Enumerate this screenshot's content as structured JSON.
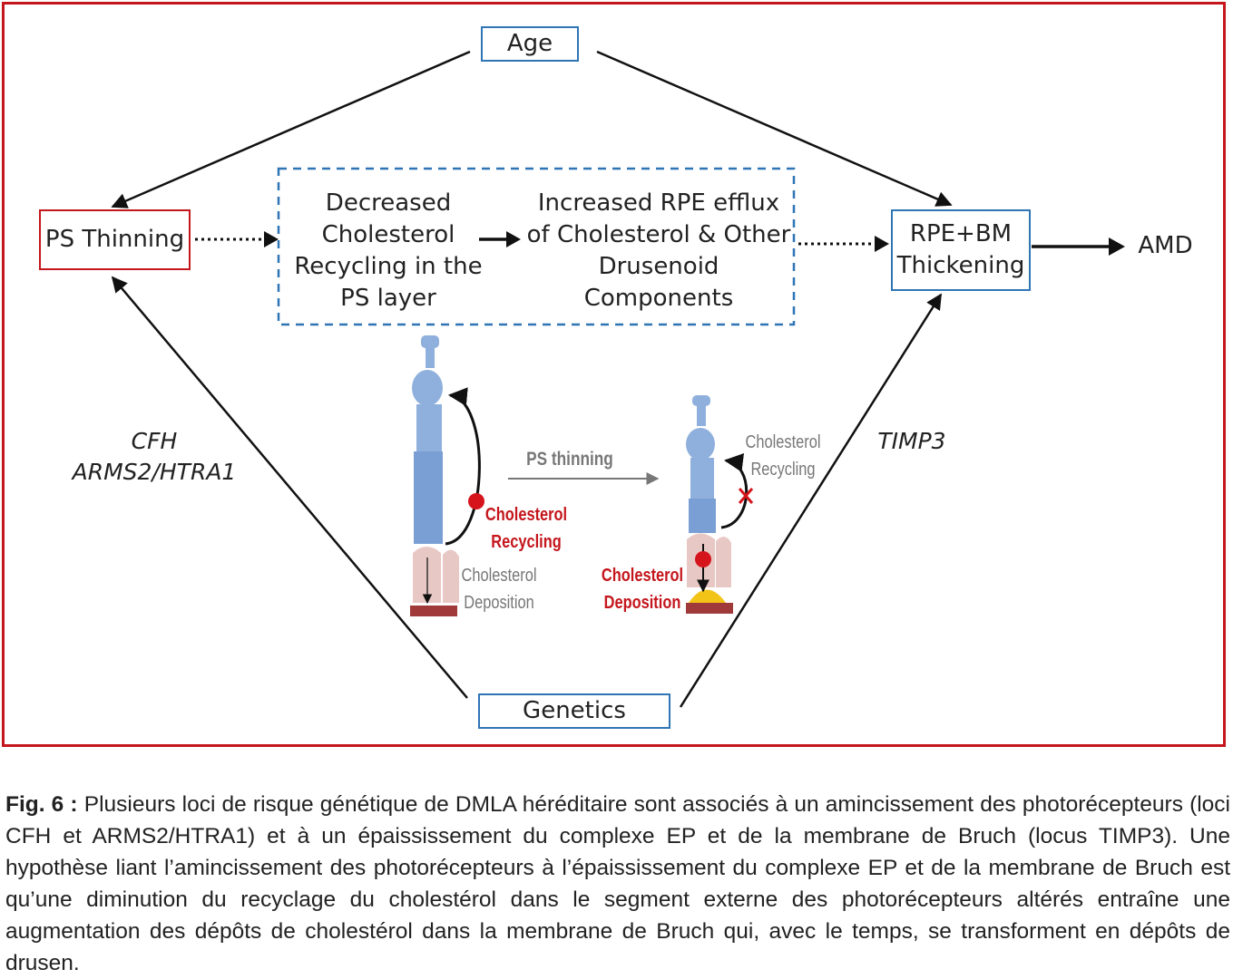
{
  "nodes": {
    "age": "Age",
    "ps_thinning": "PS Thinning",
    "decreased": [
      "Decreased",
      "Cholesterol",
      "Recycling in the",
      "PS layer"
    ],
    "increased": [
      "Increased RPE efflux",
      "of Cholesterol & Other",
      "Drusenoid",
      "Components"
    ],
    "rpe_bm": [
      "RPE+BM",
      "Thickening"
    ],
    "amd": "AMD",
    "genetics": "Genetics"
  },
  "genes": {
    "left": [
      "CFH",
      "ARMS2/HTRA1"
    ],
    "right": "TIMP3"
  },
  "inset": {
    "arrow_label": "PS thinning",
    "left_recycling": [
      "Cholesterol",
      "Recycling"
    ],
    "left_deposition": [
      "Cholesterol",
      "Deposition"
    ],
    "right_recycling": [
      "Cholesterol",
      "Recycling"
    ],
    "right_deposition": [
      "Cholesterol",
      "Deposition"
    ]
  },
  "caption": {
    "label": "Fig. 6 :",
    "text": "Plusieurs loci de risque génétique de DMLA héréditaire sont associés à un amincissement des photo­récepteurs (loci CFH et ARMS2/HTRA1) et à un épaississement du complexe EP et de la membrane de Bruch (locus TIMP3). Une hypothèse liant l’amincissement des photorécepteurs à l’épaississement du complexe EP et de la membrane de Bruch est qu’une diminution du recyclage du cholestérol dans le segment externe des photorécepteurs altérés entraîne une augmentation des dépôts de cholestérol dans la membrane de Bruch qui, avec le temps, se transforment en dépôts de drusen."
  },
  "colors": {
    "frame": "#c4161c",
    "blue_border": "#2f75b5",
    "red_text": "#c4161c",
    "cell_blue": "#8fb0dd",
    "cell_pink": "#e8c8c4",
    "deposit_yellow": "#f2c418"
  }
}
